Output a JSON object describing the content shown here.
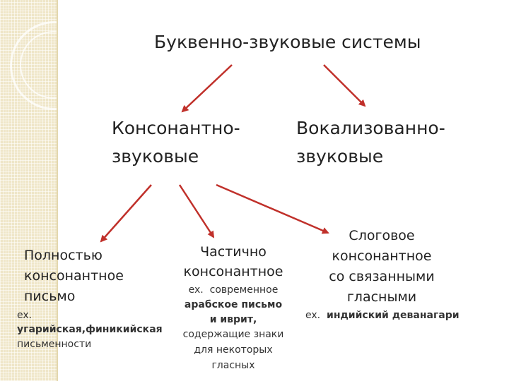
{
  "title": "Буквенно-звуковые системы",
  "consonant": {
    "line1": "Консонантно-",
    "line2": "звуковые"
  },
  "vocalized": {
    "line1": "Вокализованно-",
    "line2": "звуковые"
  },
  "full": {
    "line1": "Полностью",
    "line2": "консонантное",
    "line3": "письмо",
    "ex_label": "ex.",
    "ex_value": "угарийская,финикийская",
    "ex_tail": "письменности"
  },
  "partial": {
    "line1": "Частично",
    "line2": "консонантное",
    "ex_label": "ex.",
    "ex_inline": "современное",
    "ex_bold1": "арабское письмо",
    "ex_bold2": "и иврит,",
    "desc1": "содержащие знаки",
    "desc2": "для некоторых",
    "desc3": "гласных"
  },
  "syllabic": {
    "line1": "Слоговое",
    "line2": "консонантное",
    "line3": "со связанными",
    "line4": "гласными",
    "ex_label": "ex.",
    "ex_value": "индийский деванагари"
  },
  "colors": {
    "arrow": "#c0302a",
    "sidebar": "#efe6c8"
  }
}
